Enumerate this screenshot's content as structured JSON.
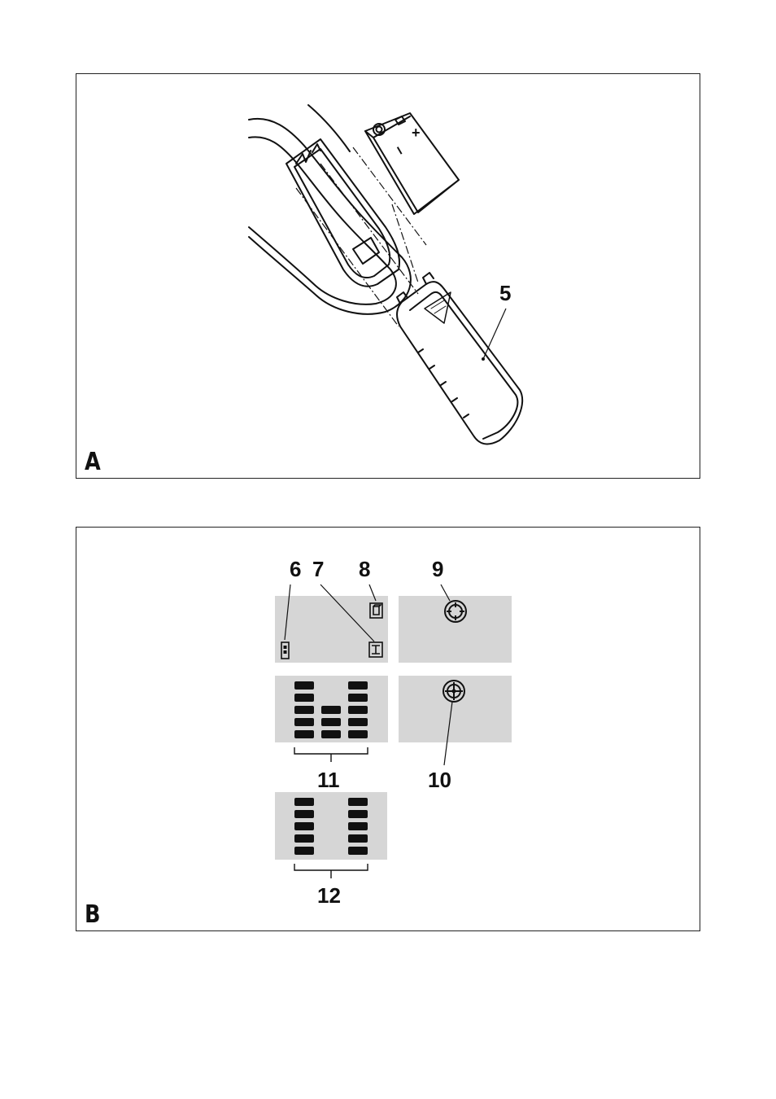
{
  "panel_a": {
    "letter": "A",
    "callouts": {
      "battery_cover": "5"
    },
    "battery_marks": {
      "plus": "+",
      "minus": "–"
    }
  },
  "panel_b": {
    "letter": "B",
    "callouts": {
      "battery_indicator": "6",
      "measure_mode_symbol": "7",
      "object_symbol": "8",
      "target_symbol_outline": "9",
      "target_symbol_center": "10",
      "segment_display_center": "11",
      "segment_display_sides": "12"
    },
    "colors": {
      "lcd_background": "#d6d6d6",
      "segment": "#111111"
    }
  }
}
